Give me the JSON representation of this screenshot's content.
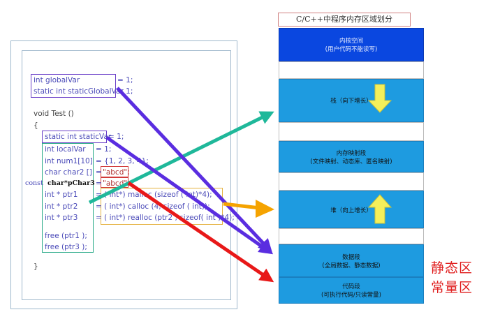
{
  "title": "C/C++中程序内存区域划分",
  "code": {
    "global_var": "int globalVar",
    "global_var_rhs": "= 1;",
    "static_global": "static int staticGlobalVar",
    "static_global_rhs": "= 1;",
    "func": "void Test ()",
    "open_brace": "{",
    "static_var": "static int staticVar",
    "static_var_rhs": "= 1;",
    "local_var": "int localVar",
    "local_var_rhs": "= 1;",
    "num1": "int num1[10]",
    "num1_rhs": "= {1, 2, 3, 4};",
    "char2": "char char2 []",
    "char2_eq": "=",
    "char2_val": "\"abcd\";",
    "const_kw": "const",
    "pchar3": "char*pChar3",
    "pchar3_eq": "=",
    "pchar3_val": "\"abcd\";",
    "ptr1": "int * ptr1",
    "ptr1_rhs": "= ( int*) malloc (sizeof ( int)*4);",
    "ptr2": "int * ptr2",
    "ptr2_rhs": "= ( int*) calloc (4, sizeof ( int));",
    "ptr3": "int * ptr3",
    "ptr3_rhs": "= ( int*) realloc (ptr2 , sizeof( int )*4);",
    "free1": "free (ptr1 );",
    "free3": "free (ptr3 );",
    "close_brace": "}"
  },
  "memory": {
    "kernel": {
      "name": "内核空间",
      "note": "(用户代码不能读写)"
    },
    "stack": {
      "name": "栈（向下增长）"
    },
    "mmap": {
      "name": "内存映射段",
      "note": "(文件映射、动态库、匿名映射)"
    },
    "heap": {
      "name": "堆（向上增长）"
    },
    "data": {
      "name": "数据段",
      "note": "(全局数据、静态数据)"
    },
    "code": {
      "name": "代码段",
      "note": "(可执行代码/只读常量)"
    }
  },
  "labels": {
    "static_area": "静态区",
    "const_area": "常量区"
  },
  "colors": {
    "purple": "#5a2de0",
    "teal": "#1fb89a",
    "orange": "#f5a300",
    "red": "#e81818",
    "blue": "#1e9be0",
    "dark_blue": "#0a47e0",
    "arrow_yellow": "#f4ef5a"
  }
}
